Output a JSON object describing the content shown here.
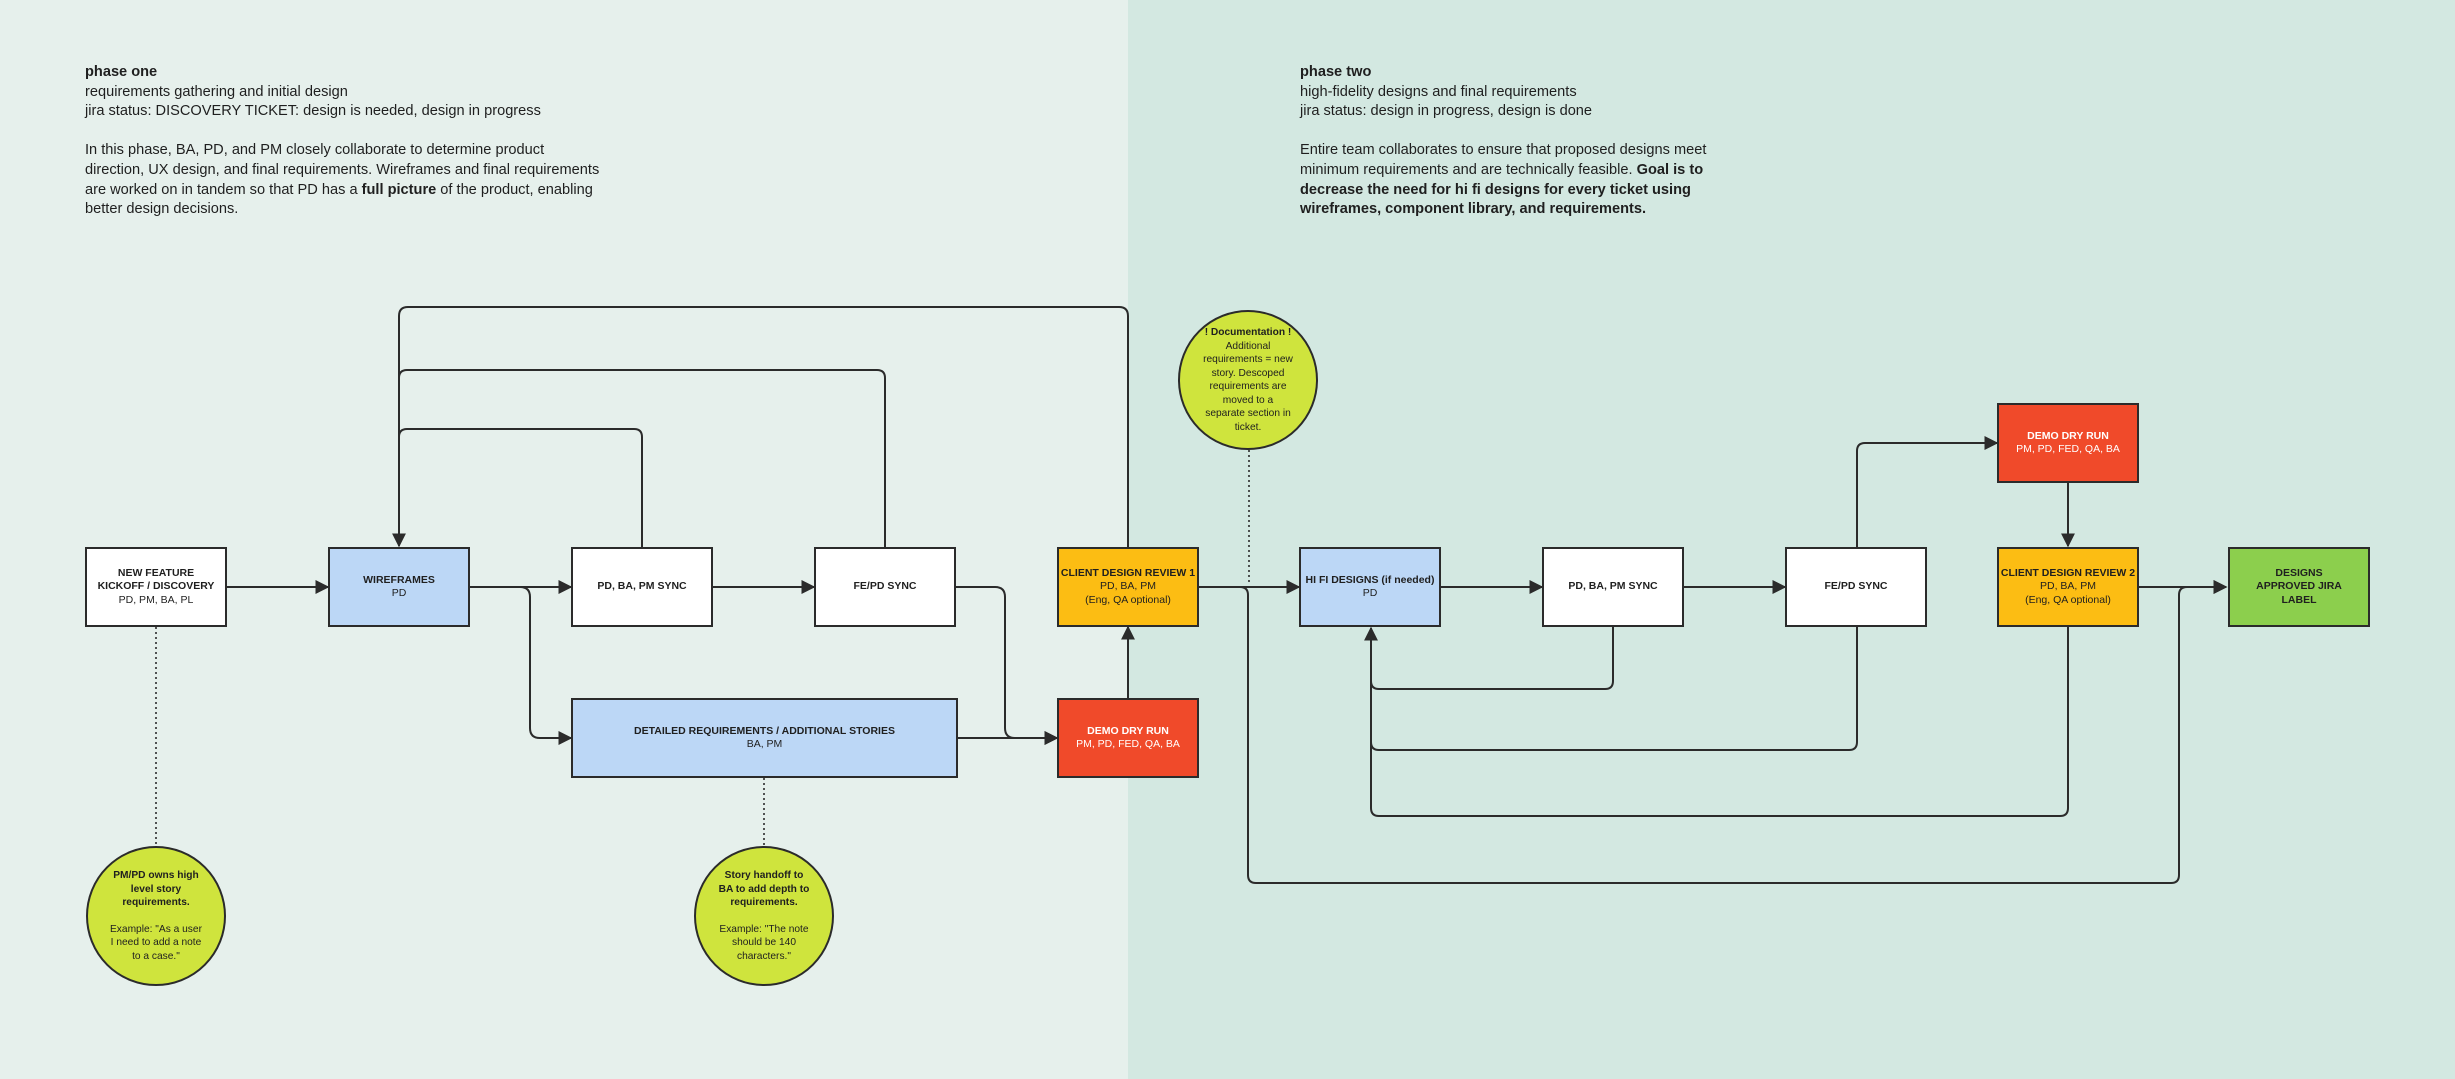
{
  "phase_one": {
    "title": "phase one",
    "subtitle": "requirements gathering and initial design",
    "jira": "jira status: DISCOVERY TICKET: design is needed, design in progress",
    "desc_a": "In this phase, BA, PD, and PM closely collaborate to determine product direction, UX design, and final requirements. Wireframes and final requirements are worked on in tandem so that PD has a ",
    "desc_bold": "full picture",
    "desc_b": " of the product, enabling better design decisions."
  },
  "phase_two": {
    "title": "phase two",
    "subtitle": "high-fidelity designs and final requirements",
    "jira": "jira status: design in progress, design is done",
    "desc_a": "Entire team collaborates to ensure that proposed designs meet minimum requirements and are technically feasible. ",
    "desc_bold": "Goal is to decrease the need for hi fi designs for every ticket using wireframes, component library, and requirements."
  },
  "nodes": {
    "kickoff": {
      "title": "NEW FEATURE KICKOFF / DISCOVERY",
      "sub": "PD, PM, BA, PL"
    },
    "wireframes": {
      "title": "WIREFRAMES",
      "sub": "PD"
    },
    "sync1": {
      "title": "PD, BA, PM SYNC"
    },
    "fepd1": {
      "title": "FE/PD SYNC"
    },
    "detailed": {
      "title": "DETAILED REQUIREMENTS / ADDITIONAL STORIES",
      "sub": "BA, PM"
    },
    "review1": {
      "title": "CLIENT DESIGN REVIEW 1",
      "sub": "PD, BA, PM",
      "sub2": "(Eng, QA optional)"
    },
    "demo1": {
      "title": "DEMO DRY RUN",
      "sub": "PM, PD, FED, QA, BA"
    },
    "hifi": {
      "title": "HI FI DESIGNS (if needed)",
      "sub": "PD"
    },
    "sync2": {
      "title": "PD, BA, PM SYNC"
    },
    "fepd2": {
      "title": "FE/PD SYNC"
    },
    "demo2": {
      "title": "DEMO DRY RUN",
      "sub": "PM, PD, FED, QA, BA"
    },
    "review2": {
      "title": "CLIENT DESIGN REVIEW 2",
      "sub": "PD, BA, PM",
      "sub2": "(Eng, QA optional)"
    },
    "approved": {
      "title": "DESIGNS APPROVED JIRA LABEL"
    }
  },
  "notes": {
    "pm": {
      "title": "PM/PD owns high level story requirements.",
      "example": "Example: \"As a user I need to add a note to a case.\""
    },
    "story": {
      "title": "Story handoff to BA to add depth to requirements.",
      "example": "Example: \"The note should be 140 characters.\""
    },
    "doc": {
      "title": "! Documentation !",
      "body": "Additional requirements = new story. Descoped requirements are moved to a separate section in ticket."
    }
  },
  "colors": {
    "phase_one_bg": "#e6f0ec",
    "phase_two_bg": "#d3e8e1",
    "wireframe_blue": "#bcd7f6",
    "review_orange": "#fcbd13",
    "demo_red": "#f04a2a",
    "approved_green": "#8ccf4d",
    "note_yellow_green": "#cfe43d"
  }
}
